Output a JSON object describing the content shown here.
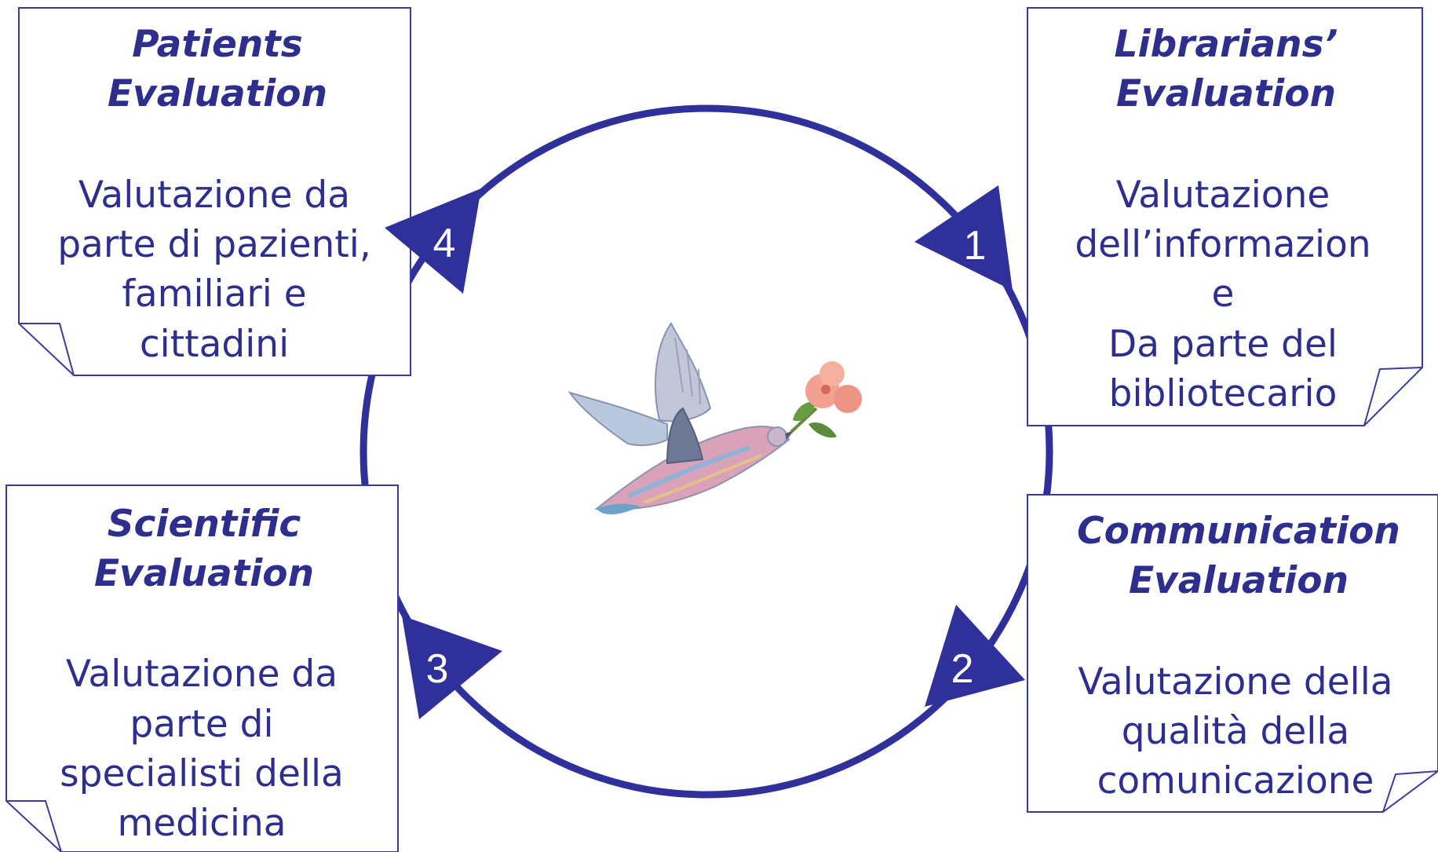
{
  "colors": {
    "primary": "#30309a",
    "card_border": "#3a3aa0",
    "text": "#2e2e8f"
  },
  "center_image": {
    "icon": "dove-with-flower-icon"
  },
  "cards": [
    {
      "id": "patients",
      "title_lines": [
        "Patients",
        "Evaluation"
      ],
      "body_lines": [
        "Valutazione da",
        "parte di pazienti,",
        "familiari e",
        "cittadini"
      ]
    },
    {
      "id": "librarians",
      "title_lines": [
        "Librarians’",
        "Evaluation"
      ],
      "body_lines": [
        "Valutazione",
        "dell’informazion",
        "e",
        "Da parte del",
        "bibliotecario"
      ]
    },
    {
      "id": "scientific",
      "title_lines": [
        "Scientific",
        "Evaluation"
      ],
      "body_lines": [
        "Valutazione da",
        "parte di",
        "specialisti della",
        "medicina"
      ]
    },
    {
      "id": "communication",
      "title_lines": [
        "Communication",
        "Evaluation"
      ],
      "body_lines": [
        "Valutazione della",
        "qualità della",
        "comunicazione"
      ]
    }
  ],
  "steps": [
    {
      "number": "1"
    },
    {
      "number": "2"
    },
    {
      "number": "3"
    },
    {
      "number": "4"
    }
  ]
}
